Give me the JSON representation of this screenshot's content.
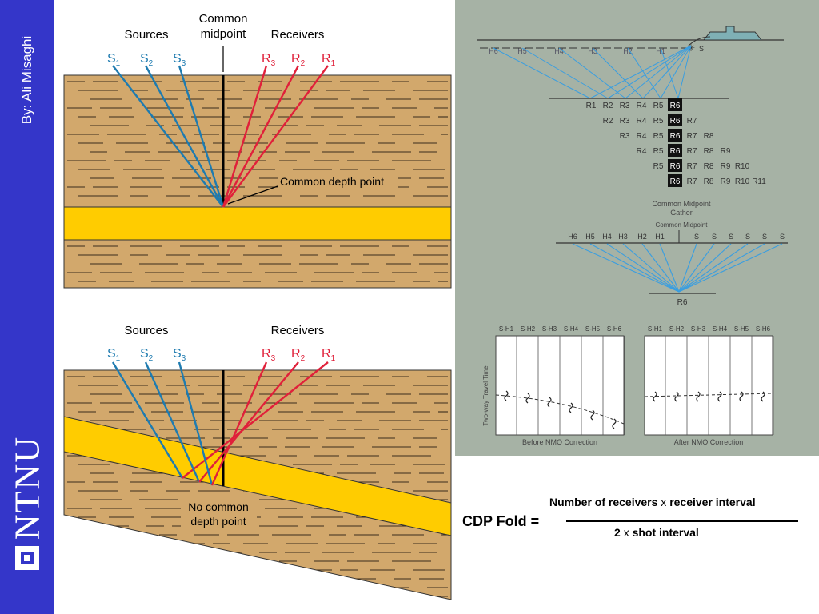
{
  "slide": {
    "author": "By: Ali Misaghi",
    "logo_text": "NTNU"
  },
  "diagram_top": {
    "sources_label": "Sources",
    "midpoint_label": [
      "Common",
      "midpoint"
    ],
    "receivers_label": "Receivers",
    "sources": [
      {
        "name": "S",
        "sub": "1"
      },
      {
        "name": "S",
        "sub": "2"
      },
      {
        "name": "S",
        "sub": "3"
      }
    ],
    "receivers": [
      {
        "name": "R",
        "sub": "3"
      },
      {
        "name": "R",
        "sub": "2"
      },
      {
        "name": "R",
        "sub": "1"
      }
    ],
    "depth_point_label": "Common depth point"
  },
  "diagram_bottom": {
    "sources_label": "Sources",
    "receivers_label": "Receivers",
    "sources": [
      {
        "name": "S",
        "sub": "1"
      },
      {
        "name": "S",
        "sub": "2"
      },
      {
        "name": "S",
        "sub": "3"
      }
    ],
    "receivers": [
      {
        "name": "R",
        "sub": "3"
      },
      {
        "name": "R",
        "sub": "2"
      },
      {
        "name": "R",
        "sub": "1"
      }
    ],
    "depth_point_label": [
      "No common",
      "depth point"
    ]
  },
  "cmp_figure": {
    "hydrophones": [
      "H6",
      "H5",
      "H4",
      "H3",
      "H2",
      "H1"
    ],
    "source_mark": "S",
    "gather_rows": [
      [
        "R1",
        "R2",
        "R3",
        "R4",
        "R5",
        "R6"
      ],
      [
        "R2",
        "R3",
        "R4",
        "R5",
        "R6",
        "R7"
      ],
      [
        "R3",
        "R4",
        "R5",
        "R6",
        "R7",
        "R8"
      ],
      [
        "R4",
        "R5",
        "R6",
        "R7",
        "R8",
        "R9"
      ],
      [
        "R5",
        "R6",
        "R7",
        "R8",
        "R9",
        "R10"
      ],
      [
        "R6",
        "R7",
        "R8",
        "R9",
        "R10",
        "R11"
      ]
    ],
    "gather_label": [
      "Common Midpoint",
      "Gather"
    ],
    "cmp_label": "Common Midpoint",
    "cmp_hydrophones": [
      "H6",
      "H5",
      "H4",
      "H3",
      "H2",
      "H1"
    ],
    "cmp_sources": [
      "S",
      "S",
      "S",
      "S",
      "S",
      "S"
    ],
    "cmp_receiver": "R6",
    "trace_labels": [
      "S-H1",
      "S-H2",
      "S-H3",
      "S-H4",
      "S-H5",
      "S-H6"
    ],
    "y_axis_label": "Two-way Travel Time",
    "before_label": "Before NMO Correction",
    "after_label": "After NMO Correction"
  },
  "formula": {
    "lhs": "CDP Fold =",
    "numerator_a": "Number of receivers",
    "times": "x",
    "numerator_b": "receiver interval",
    "denominator_a": "2",
    "denominator_b": "shot interval"
  },
  "colors": {
    "sidebar": "#3436c9",
    "rock": "#d2a86c",
    "reflector": "#ffcc00",
    "source_ray": "#1e7bb0",
    "receiver_ray": "#e0203a",
    "photo_bg": "#a6b2a5",
    "ray_light": "#3a9ee0"
  }
}
